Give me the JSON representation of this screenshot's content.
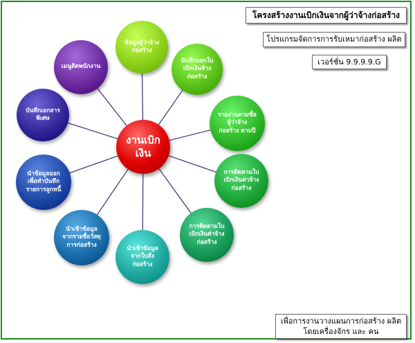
{
  "title_box": "โครงสร้างงานเบิกเงินจากผู้ว่าจ้างก่อสร้าง",
  "program_box": "โปรแกรมจัดการการรับเหมาก่อสร้าง ผลิต",
  "version_box": "เวอร์ชั่น 9.9.9.9.G",
  "footer_box": "เพื่อการงานวางแผนการก่อสร้าง ผลิต\nโดยเครื่องจักร และ คน",
  "center": {
    "label": "งานเบิก\nเงิน",
    "color": "#e00000"
  },
  "nodes": [
    {
      "label": "ข้อมูลผู้ว่าจ้าง\nก่อสร้าง",
      "color": "#8cd21a"
    },
    {
      "label": "บันทึกออกใบ\nเบิกเงินจ้าง\nก่อสร้าง",
      "color": "#5cc21a"
    },
    {
      "label": "รายงานตามชื่อ\nผู้ว่าจ้าง\nก่อสร้าง ตามปี",
      "color": "#2fb82a"
    },
    {
      "label": "การติดตามใบ\nเบิกเงินค่าจ้าง\nก่อสร้าง",
      "color": "#1fa83a"
    },
    {
      "label": "การติดตามใบ\nเบิกเงินค่าจ้าง\nก่อสร้าง",
      "color": "#1a9c5a"
    },
    {
      "label": "นำเข้าข้อมูล\nจากใบสั่ง\nก่อสร้าง",
      "color": "#1fa9a0"
    },
    {
      "label": "นำเข้าข้อมูล\nจากรายชื่อวัสดุ\nการก่อสร้าง",
      "color": "#1a6eaa"
    },
    {
      "label": "นำข้อมูลออก\nเพื่อทำบันทึก\nรายการลูกหนี้",
      "color": "#1f4aa8"
    },
    {
      "label": "บันทึกเอกสาร\nพิเศษ",
      "color": "#33279a"
    },
    {
      "label": "เมนูติดพนักงาน",
      "color": "#6b2ca0"
    }
  ]
}
